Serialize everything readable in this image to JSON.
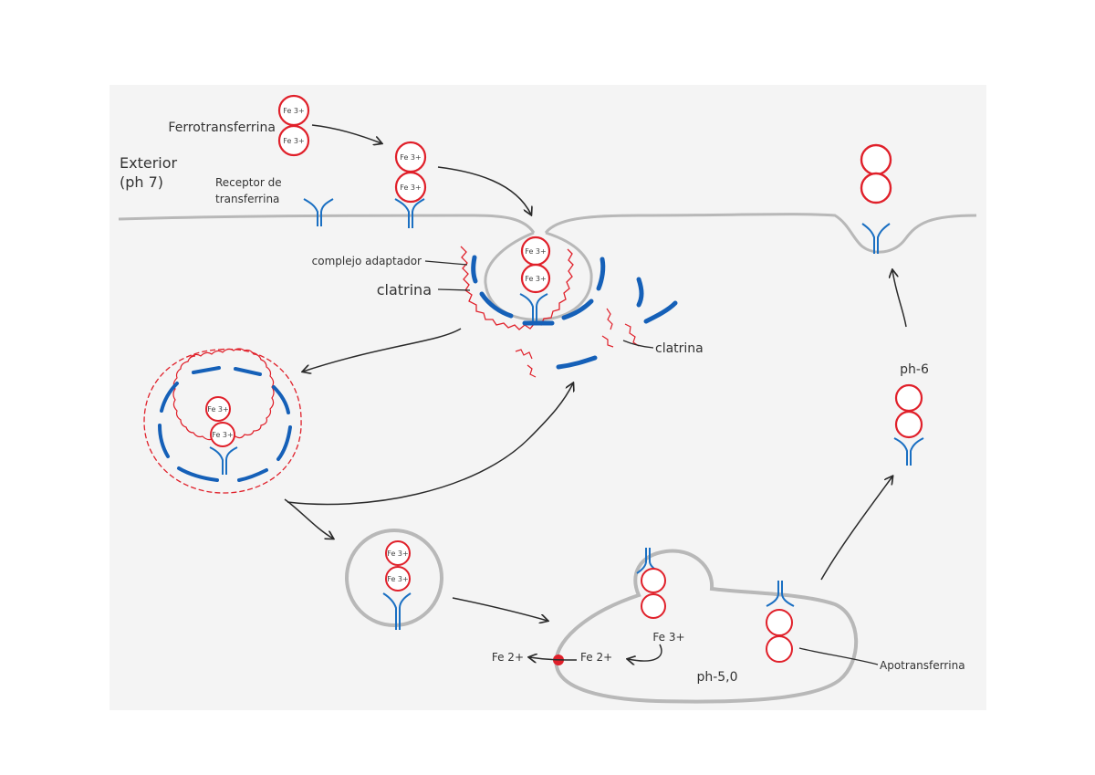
{
  "labels": {
    "ferrotransferrina": "Ferrotransferrina",
    "exterior_1": "Exterior",
    "exterior_2": "(ph 7)",
    "receptor_1": "Receptor de",
    "receptor_2": "transferrina",
    "complejo": "complejo adaptador",
    "clatrina_1": "clatrina",
    "clatrina_2": "clatrina",
    "ph6": "ph-6",
    "ph5": "ph-5,0",
    "apotransferrina": "Apotransferrina",
    "fe2_left": "Fe 2+",
    "fe2_right": "Fe 2+",
    "fe3_release": "Fe 3+",
    "fe3": "Fe 3+"
  },
  "colors": {
    "panel": "#f4f4f4",
    "membrane": "#b8b8b8",
    "iron_red": "#e0202a",
    "receptor_blue": "#1a6fc2",
    "clathrin_blue": "#1560b8",
    "arrow": "#2a2a2a",
    "text": "#333333"
  }
}
